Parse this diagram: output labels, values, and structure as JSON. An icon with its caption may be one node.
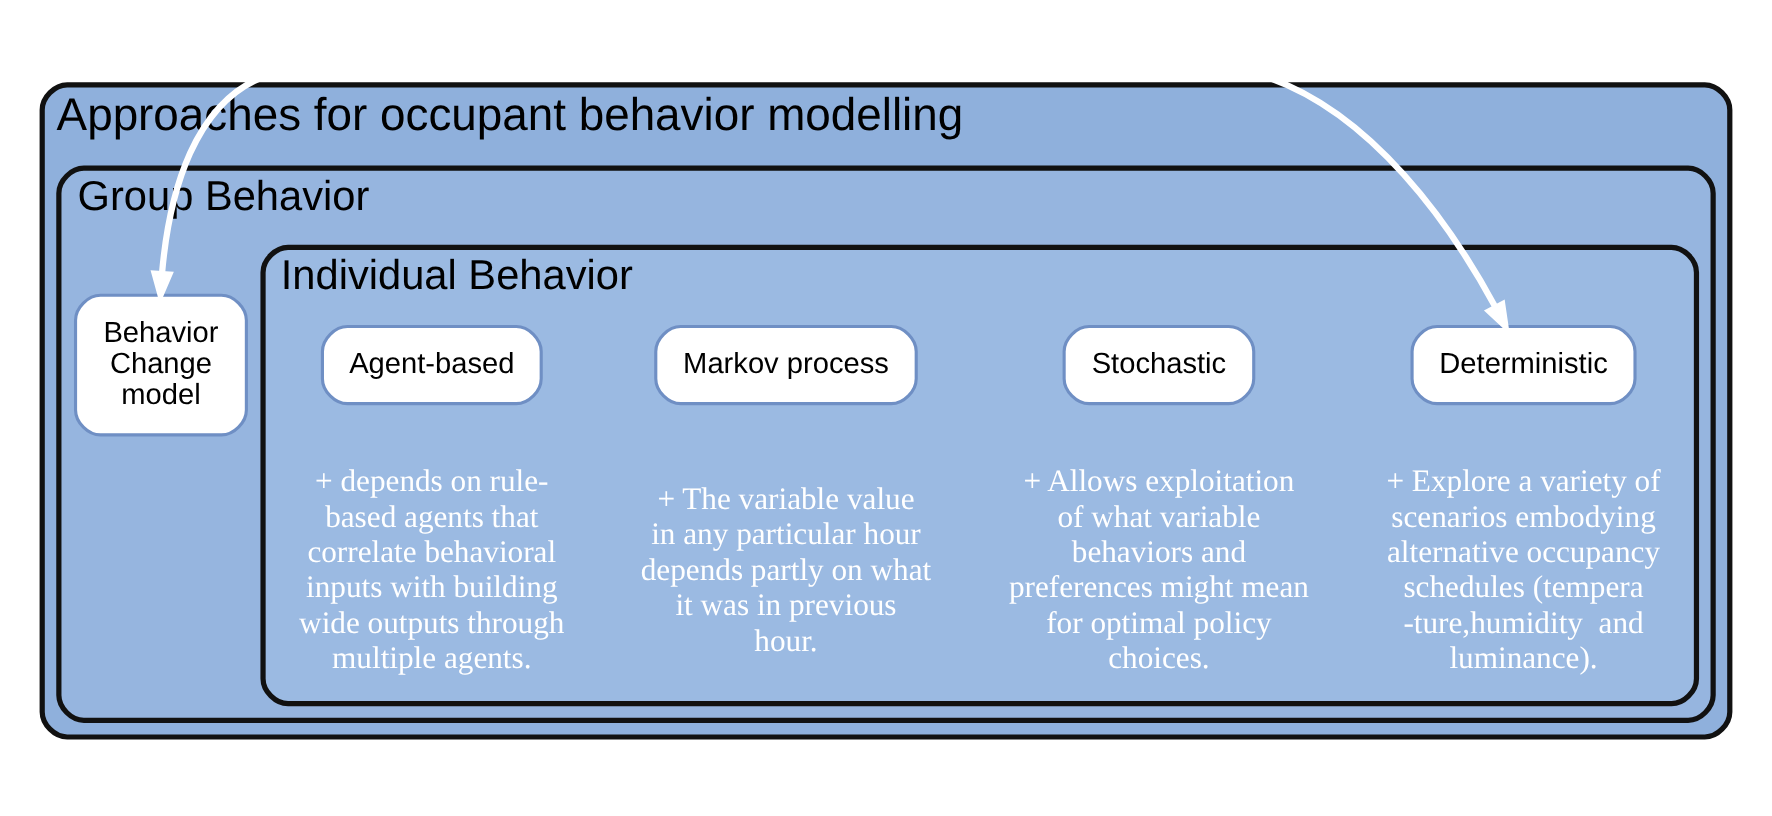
{
  "diagram": {
    "nodes": [
      {
        "text": [
          "Approaches for occupant behavior modelling"
        ]
      },
      {
        "text": [
          "Group Behavior"
        ],
        "in": 0
      },
      {
        "text": [
          "Behavior Change model"
        ],
        "in": 1
      },
      {
        "text": [
          "Individual Behavior"
        ],
        "in": 1
      },
      {
        "text": [
          "Deterministic"
        ],
        "in": 3,
        "beside": [
          "+ Explore a variety of scenarios embodying alternative occupancy schedules (tempera -ture,humidity  and luminance)."
        ]
      },
      {
        "text": [
          "Stochastic"
        ],
        "in": 3,
        "beside": [
          "+ Allows exploitation of what variable behaviors and preferences might mean for optimal policy choices."
        ]
      },
      {
        "text": [
          "Markov process"
        ],
        "in": 3,
        "beside": [
          "+ The variable value in any particular hour depends partly on what it was in previous hour."
        ]
      },
      {
        "text": [
          "Agent-based"
        ],
        "in": 3,
        "beside": [
          "+ depends on rule-based agents that correlate behavioral inputs with building wide outputs through multiple agents."
        ]
      }
    ],
    "edges": [
      {
        "from": 2,
        "to": 4,
        "arrow": "both"
      }
    ]
  }
}
